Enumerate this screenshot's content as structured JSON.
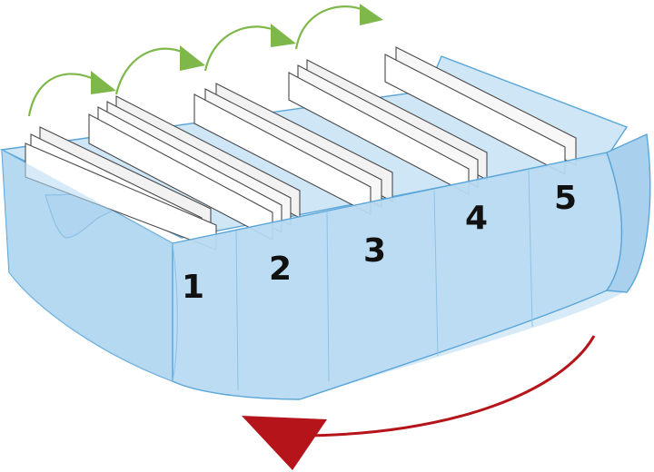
{
  "diagram": {
    "compartments": [
      {
        "label": "1"
      },
      {
        "label": "2"
      },
      {
        "label": "3"
      },
      {
        "label": "4"
      },
      {
        "label": "5"
      }
    ],
    "colors": {
      "box_fill": "#b7d9f2",
      "box_fill_light": "#cfe6f7",
      "box_stroke": "#5aa6d8",
      "card_fill": "#ffffff",
      "forward_arrow": "#7fb84a",
      "rotation_arrow": "#b5141b"
    },
    "icons": {
      "forward_arrows": "curved-arrow-right",
      "rotation_arrow": "curved-arrow-left"
    }
  }
}
